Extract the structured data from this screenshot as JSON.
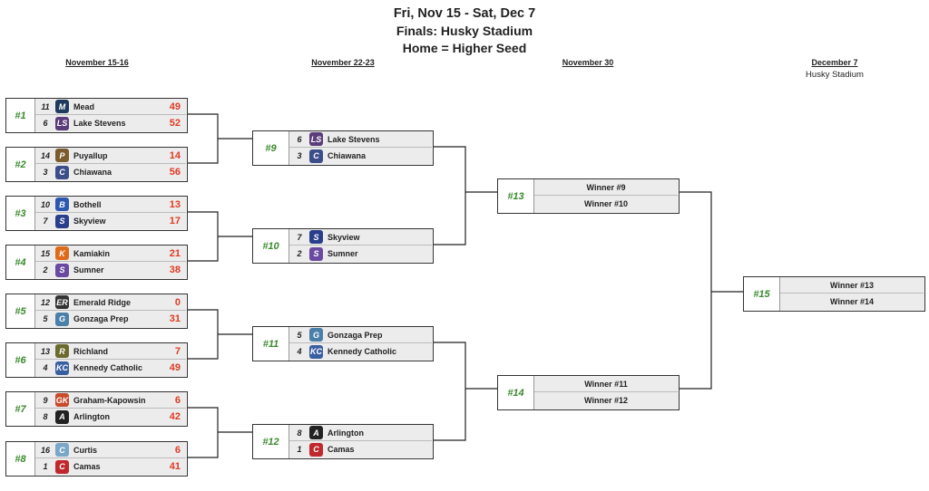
{
  "header": {
    "line1": "Fri, Nov 15 - Sat, Dec 7",
    "line2": "Finals: Husky Stadium",
    "line3": "Home = Higher Seed"
  },
  "rounds": [
    {
      "label": "November 15-16",
      "sub": ""
    },
    {
      "label": "November 22-23",
      "sub": ""
    },
    {
      "label": "November 30",
      "sub": ""
    },
    {
      "label": "December 7",
      "sub": "Husky Stadium"
    }
  ],
  "colors": {
    "game_number": "#3b8a2e",
    "score": "#e03b24",
    "box_fill": "#ececec",
    "border": "#333333"
  },
  "round1": [
    {
      "num": "#1",
      "teams": [
        {
          "seed": "11",
          "name": "Mead",
          "score": "49",
          "logo": "mead-panther-logo",
          "logo_text": "M",
          "logo_color": "#1f3a5c"
        },
        {
          "seed": "6",
          "name": "Lake Stevens",
          "score": "52",
          "logo": "lake-stevens-viking-logo",
          "logo_text": "LS",
          "logo_color": "#5a3d7a"
        }
      ]
    },
    {
      "num": "#2",
      "teams": [
        {
          "seed": "14",
          "name": "Puyallup",
          "score": "14",
          "logo": "puyallup-viking-logo",
          "logo_text": "P",
          "logo_color": "#7b5c2e"
        },
        {
          "seed": "3",
          "name": "Chiawana",
          "score": "56",
          "logo": "chiawana-riverhawk-logo",
          "logo_text": "C",
          "logo_color": "#3b4e8a"
        }
      ]
    },
    {
      "num": "#3",
      "teams": [
        {
          "seed": "10",
          "name": "Bothell",
          "score": "13",
          "logo": "bothell-b-logo",
          "logo_text": "B",
          "logo_color": "#2d58b0"
        },
        {
          "seed": "7",
          "name": "Skyview",
          "score": "17",
          "logo": "skyview-s-logo",
          "logo_text": "S",
          "logo_color": "#2a3f8c"
        }
      ]
    },
    {
      "num": "#4",
      "teams": [
        {
          "seed": "15",
          "name": "Kamiakin",
          "score": "21",
          "logo": "kamiakin-k-logo",
          "logo_text": "K",
          "logo_color": "#e06a1b"
        },
        {
          "seed": "2",
          "name": "Sumner",
          "score": "38",
          "logo": "sumner-spartan-logo",
          "logo_text": "S",
          "logo_color": "#6a4aa0"
        }
      ]
    },
    {
      "num": "#5",
      "teams": [
        {
          "seed": "12",
          "name": "Emerald Ridge",
          "score": "0",
          "logo": "emerald-ridge-jaguar-logo",
          "logo_text": "ER",
          "logo_color": "#333333"
        },
        {
          "seed": "5",
          "name": "Gonzaga Prep",
          "score": "31",
          "logo": "gonzaga-prep-bullpup-logo",
          "logo_text": "G",
          "logo_color": "#4a7fa8"
        }
      ]
    },
    {
      "num": "#6",
      "teams": [
        {
          "seed": "13",
          "name": "Richland",
          "score": "7",
          "logo": "richland-r-logo",
          "logo_text": "R",
          "logo_color": "#6b6b2e"
        },
        {
          "seed": "4",
          "name": "Kennedy Catholic",
          "score": "49",
          "logo": "kennedy-catholic-lancer-logo",
          "logo_text": "KC",
          "logo_color": "#3a5fa0"
        }
      ]
    },
    {
      "num": "#7",
      "teams": [
        {
          "seed": "9",
          "name": "Graham-Kapowsin",
          "score": "6",
          "logo": "graham-kapowsin-eagle-logo",
          "logo_text": "GK",
          "logo_color": "#c84a2a"
        },
        {
          "seed": "8",
          "name": "Arlington",
          "score": "42",
          "logo": "arlington-eagle-logo",
          "logo_text": "A",
          "logo_color": "#222222"
        }
      ]
    },
    {
      "num": "#8",
      "teams": [
        {
          "seed": "16",
          "name": "Curtis",
          "score": "6",
          "logo": "curtis-viking-logo",
          "logo_text": "C",
          "logo_color": "#7aa6c8"
        },
        {
          "seed": "1",
          "name": "Camas",
          "score": "41",
          "logo": "camas-papermaker-logo",
          "logo_text": "C",
          "logo_color": "#c0282d"
        }
      ]
    }
  ],
  "round2": [
    {
      "num": "#9",
      "teams": [
        {
          "seed": "6",
          "name": "Lake Stevens",
          "logo": "lake-stevens-viking-logo",
          "logo_text": "LS",
          "logo_color": "#5a3d7a"
        },
        {
          "seed": "3",
          "name": "Chiawana",
          "logo": "chiawana-riverhawk-logo",
          "logo_text": "C",
          "logo_color": "#3b4e8a"
        }
      ]
    },
    {
      "num": "#10",
      "teams": [
        {
          "seed": "7",
          "name": "Skyview",
          "logo": "skyview-s-logo",
          "logo_text": "S",
          "logo_color": "#2a3f8c"
        },
        {
          "seed": "2",
          "name": "Sumner",
          "logo": "sumner-spartan-logo",
          "logo_text": "S",
          "logo_color": "#6a4aa0"
        }
      ]
    },
    {
      "num": "#11",
      "teams": [
        {
          "seed": "5",
          "name": "Gonzaga Prep",
          "logo": "gonzaga-prep-bullpup-logo",
          "logo_text": "G",
          "logo_color": "#4a7fa8"
        },
        {
          "seed": "4",
          "name": "Kennedy Catholic",
          "logo": "kennedy-catholic-lancer-logo",
          "logo_text": "KC",
          "logo_color": "#3a5fa0"
        }
      ]
    },
    {
      "num": "#12",
      "teams": [
        {
          "seed": "8",
          "name": "Arlington",
          "logo": "arlington-eagle-logo",
          "logo_text": "A",
          "logo_color": "#222222"
        },
        {
          "seed": "1",
          "name": "Camas",
          "logo": "camas-papermaker-logo",
          "logo_text": "C",
          "logo_color": "#c0282d"
        }
      ]
    }
  ],
  "round3": [
    {
      "num": "#13",
      "slots": [
        "Winner #9",
        "Winner #10"
      ]
    },
    {
      "num": "#14",
      "slots": [
        "Winner #11",
        "Winner #12"
      ]
    }
  ],
  "final": {
    "num": "#15",
    "slots": [
      "Winner #13",
      "Winner #14"
    ]
  }
}
